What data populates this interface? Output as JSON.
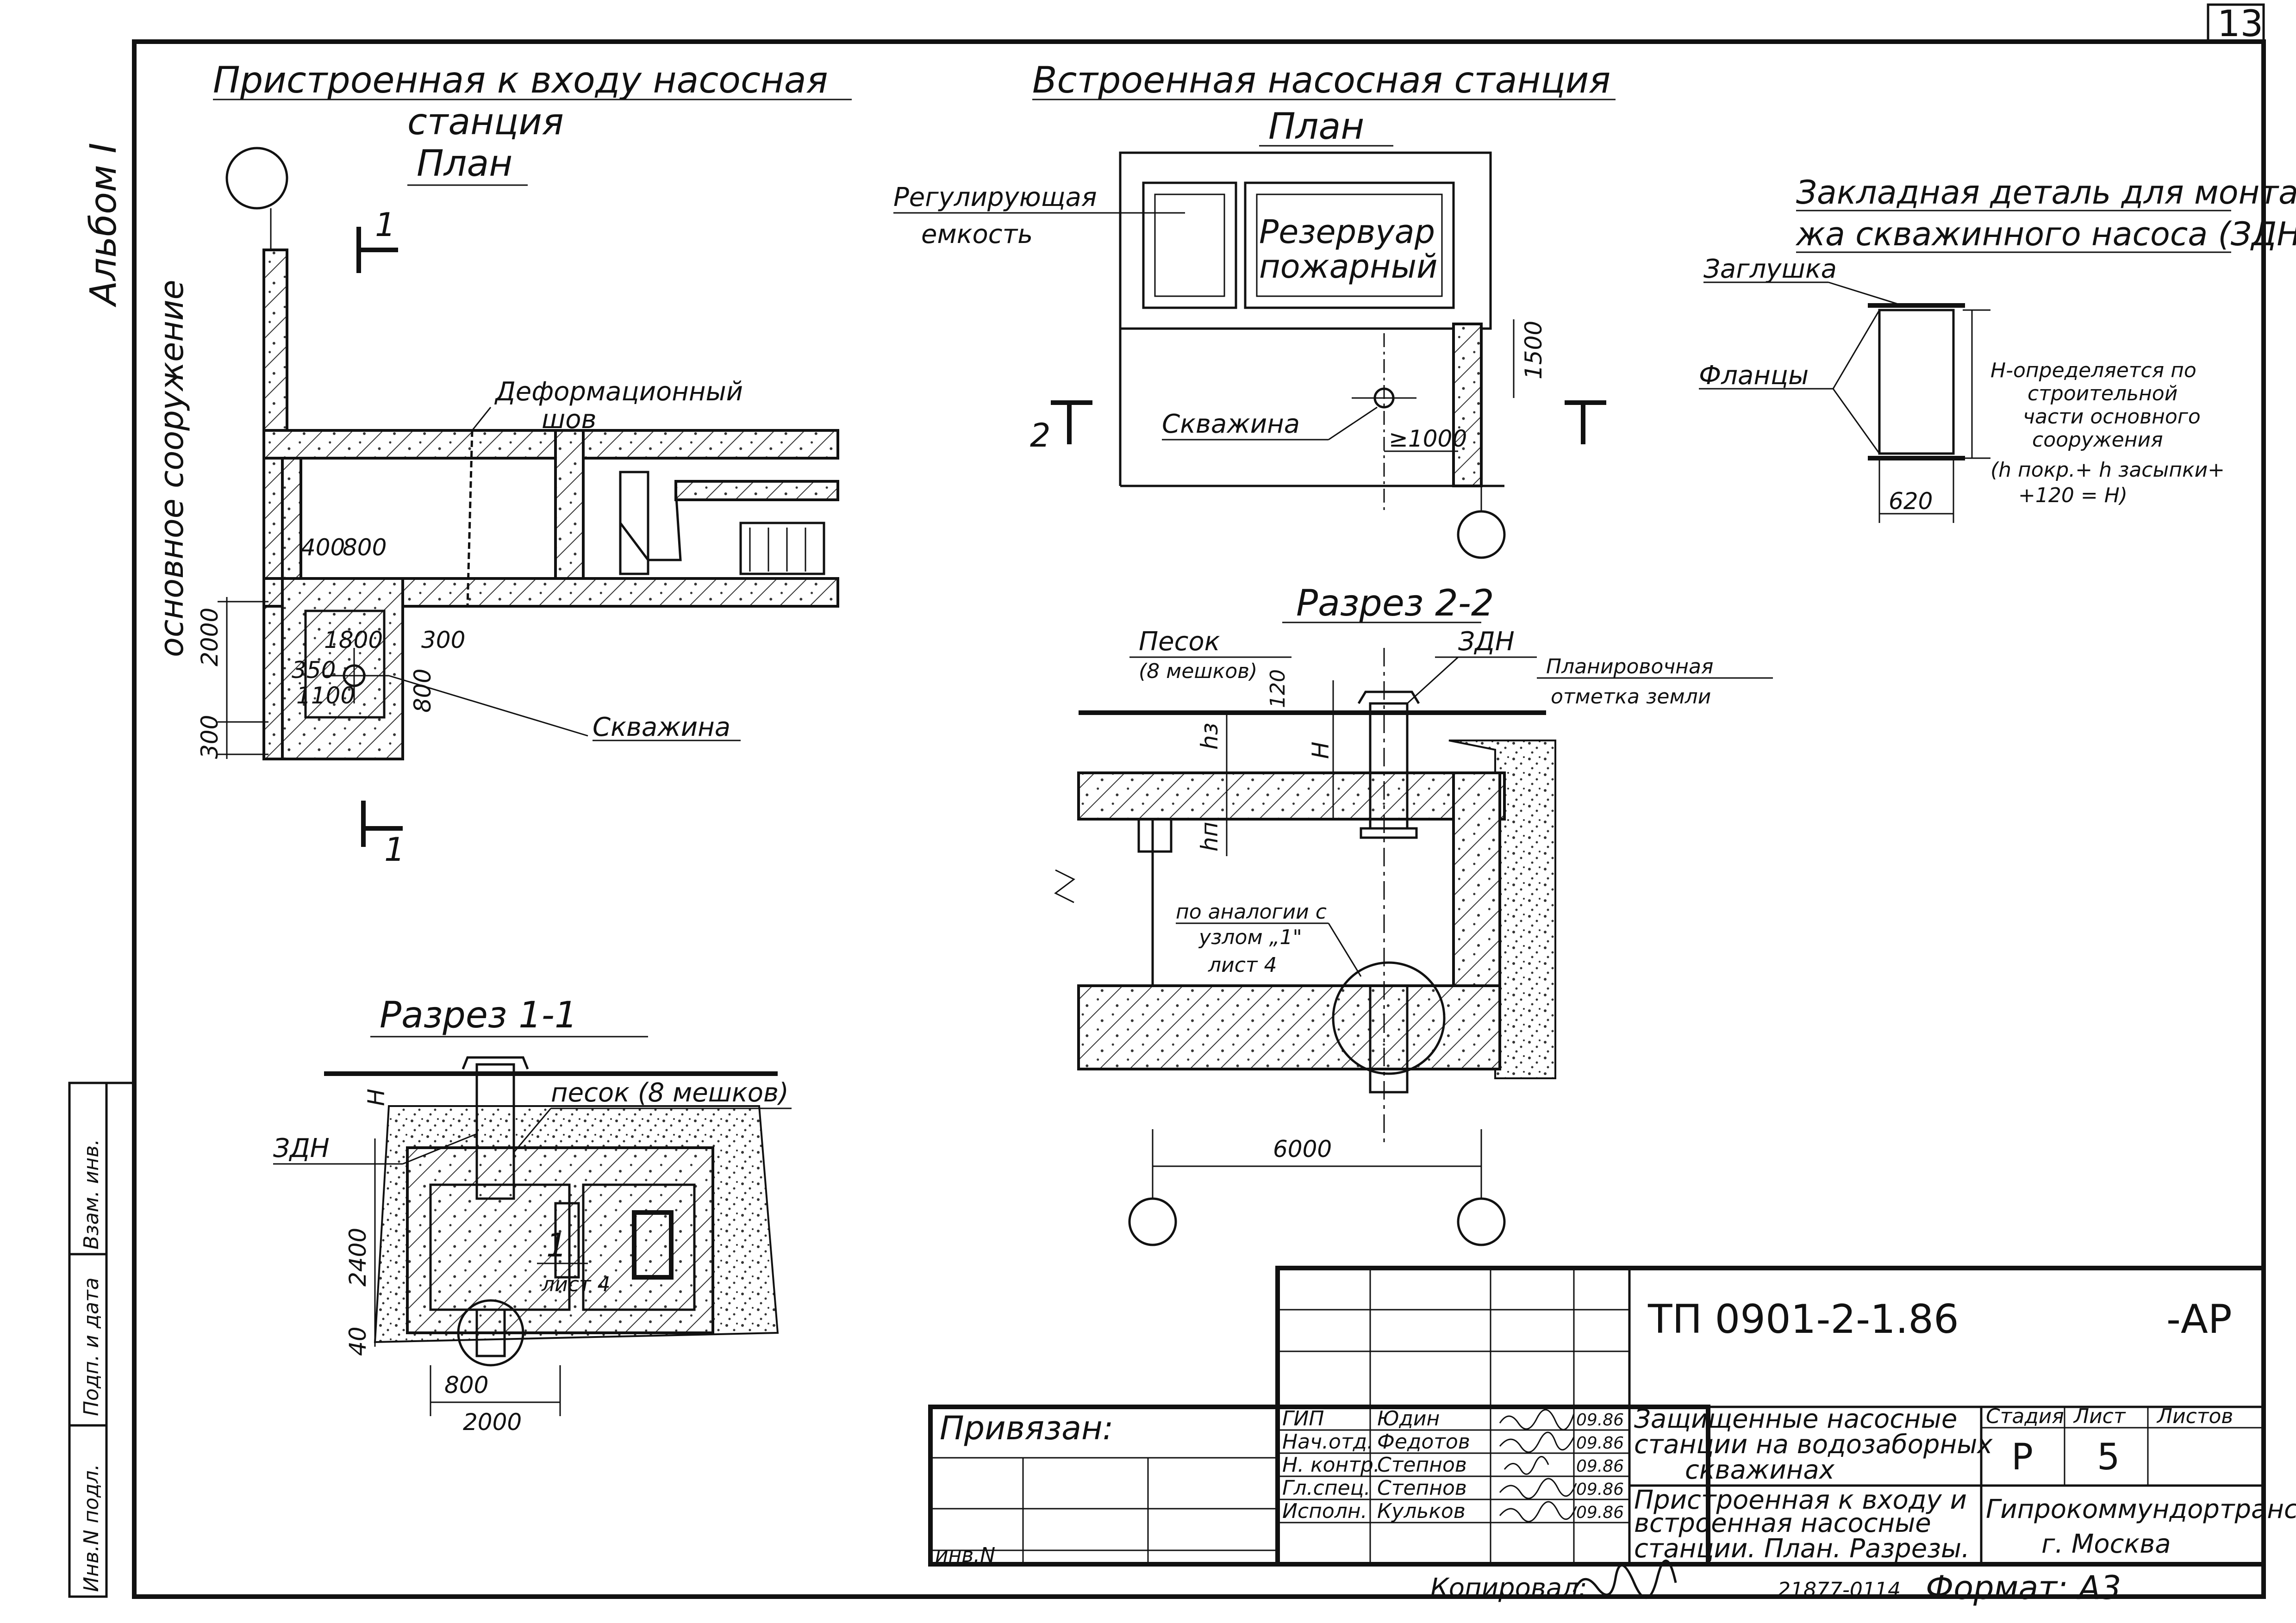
{
  "sheet": {
    "number": "13",
    "album_label": "Альбом I"
  },
  "view_attached": {
    "title_line1": "Пристроенная к входу насосная",
    "title_line2": "станция",
    "plan_label": "План",
    "section_mark_top": "1",
    "section_mark_bottom": "1",
    "main_building_label": "основное сооружение",
    "deformation_joint_label_1": "Деформационный",
    "deformation_joint_label_2": "шов",
    "well_label": "Скважина",
    "dims": [
      "400",
      "800",
      "1800",
      "300",
      "350",
      "1100",
      "800",
      "2000",
      "300"
    ]
  },
  "view_builtin": {
    "title": "Встроенная насосная станция",
    "plan_label": "План",
    "tank_regulating_1": "Регулирующая",
    "tank_regulating_2": "емкость",
    "tank_fire_1": "Резервуар",
    "tank_fire_2": "пожарный",
    "well_label": "Скважина",
    "section_mark": "2",
    "dims": [
      "1500",
      "≥1000"
    ]
  },
  "embedded_part": {
    "title_line1": "Закладная деталь для монта-",
    "title_line2": "жа скважинного насоса (ЗДН)",
    "plug_label": "Заглушка",
    "flanges_label": "Фланцы",
    "note_lines": [
      "Н-определяется по",
      "строительной",
      "части основного",
      "сооружения",
      "(h покр.+ h засыпки+",
      "+120 = Н)"
    ],
    "dim_width": "620"
  },
  "section_2_2": {
    "title": "Разрез 2-2",
    "sand_label_1": "Песок",
    "sand_label_2": "(8 мешков)",
    "zdn_label": "ЗДН",
    "grade_label_1": "Планировочная",
    "grade_label_2": "отметка земли",
    "dim_120": "120",
    "dim_h": "H",
    "dim_hz": "hз",
    "dim_hp": "hп",
    "analogy_lines": [
      "по аналогии с",
      "узлом „1\"",
      "лист 4"
    ],
    "dim_span": "6000"
  },
  "section_1_1": {
    "title": "Разрез 1-1",
    "sand_label": "песок (8 мешков)",
    "zdn_label": "ЗДН",
    "dim_h": "H",
    "node_number": "1",
    "node_sheet": "лист 4",
    "dims_vertical": [
      "2400",
      "40"
    ],
    "dims_horizontal": [
      "800",
      "2000"
    ]
  },
  "side_stamp": {
    "cells": [
      "Инв.N подл.",
      "Подп. и дата",
      "Взам. инв."
    ]
  },
  "title_block": {
    "code": "ТП 0901-2-1.86",
    "mark": "-АР",
    "tied_label": "Привязан:",
    "inv_label": "инв.N",
    "roles": [
      "ГИП",
      "Нач.отд.",
      "Н. контр.",
      "Гл.спец.",
      "Исполн."
    ],
    "names": [
      "Юдин",
      "Федотов",
      "Степнов",
      "Степнов",
      "Кульков"
    ],
    "dates": [
      "09.86",
      "09.86",
      "09.86",
      "09.86",
      "09.86"
    ],
    "project_title_lines": [
      "Защищенные насосные",
      "станции на водозаборных",
      "скважинах"
    ],
    "sheet_title_lines": [
      "Пристроенная к входу и",
      "встроенная насосные",
      "станции. План. Разрезы."
    ],
    "stage_header": "Стадия",
    "sheet_header": "Лист",
    "sheets_header": "Листов",
    "stage_value": "Р",
    "sheet_value": "5",
    "org_line1": "Гипрокоммундортранс",
    "org_line2": "г. Москва"
  },
  "footer": {
    "copied_label": "Копировал:",
    "order_number": "21877-01",
    "order_page": "14",
    "format_label": "Формат: А3"
  }
}
